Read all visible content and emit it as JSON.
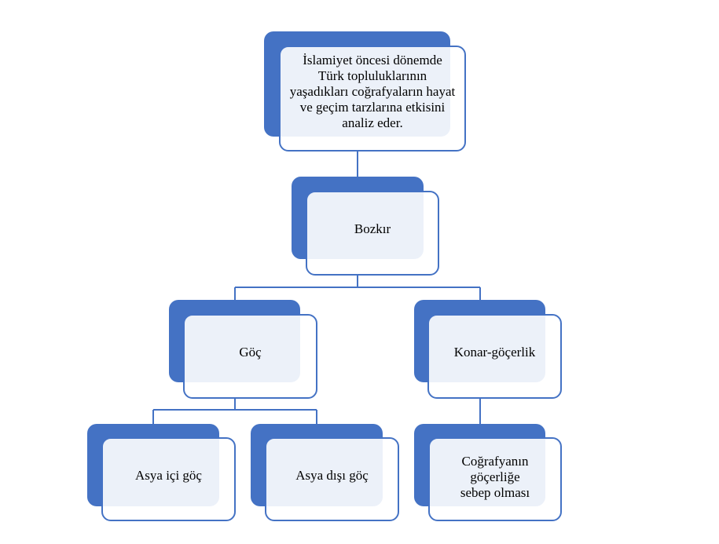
{
  "colors": {
    "accent": "#4472C4"
  },
  "nodes": {
    "root": "İslamiyet öncesi dönemde Türk topluluklarının yaşadıkları coğrafyaların hayat ve geçim tarzlarına etkisini analiz eder.",
    "bozkir": "Bozkır",
    "goc": "Göç",
    "konar": "Konar-göçerlik",
    "asya_ici": "Asya içi göç",
    "asya_disi": "Asya dışı göç",
    "cografya": "Coğrafyanın göçerliğe sebep olması"
  }
}
